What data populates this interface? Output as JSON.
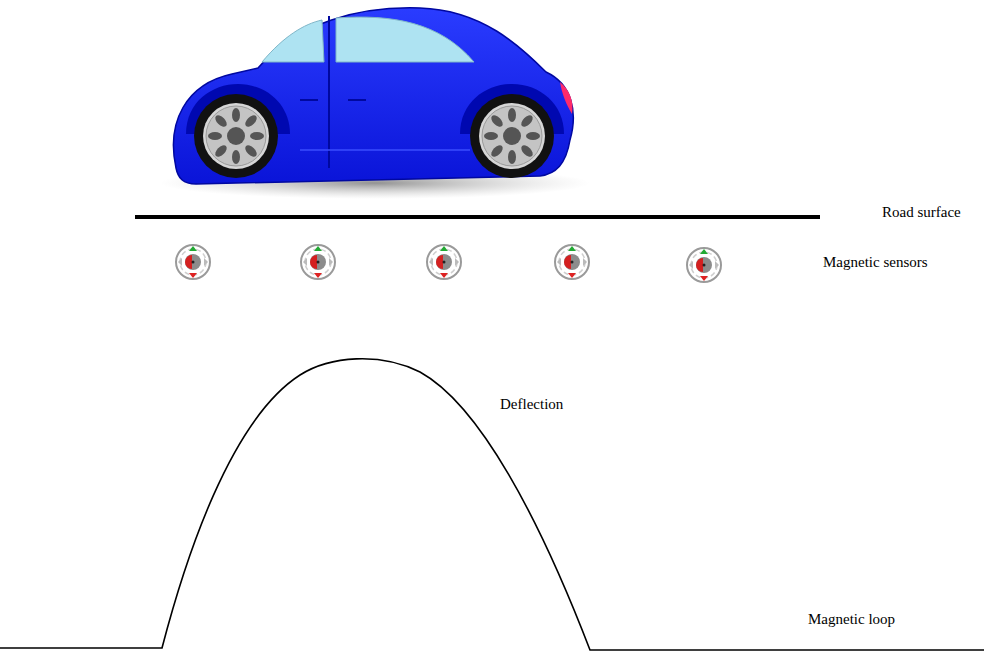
{
  "diagram": {
    "labels": [
      "Road surface",
      "Magnetic sensors",
      "Deflection",
      "Magnetic loop"
    ]
  }
}
